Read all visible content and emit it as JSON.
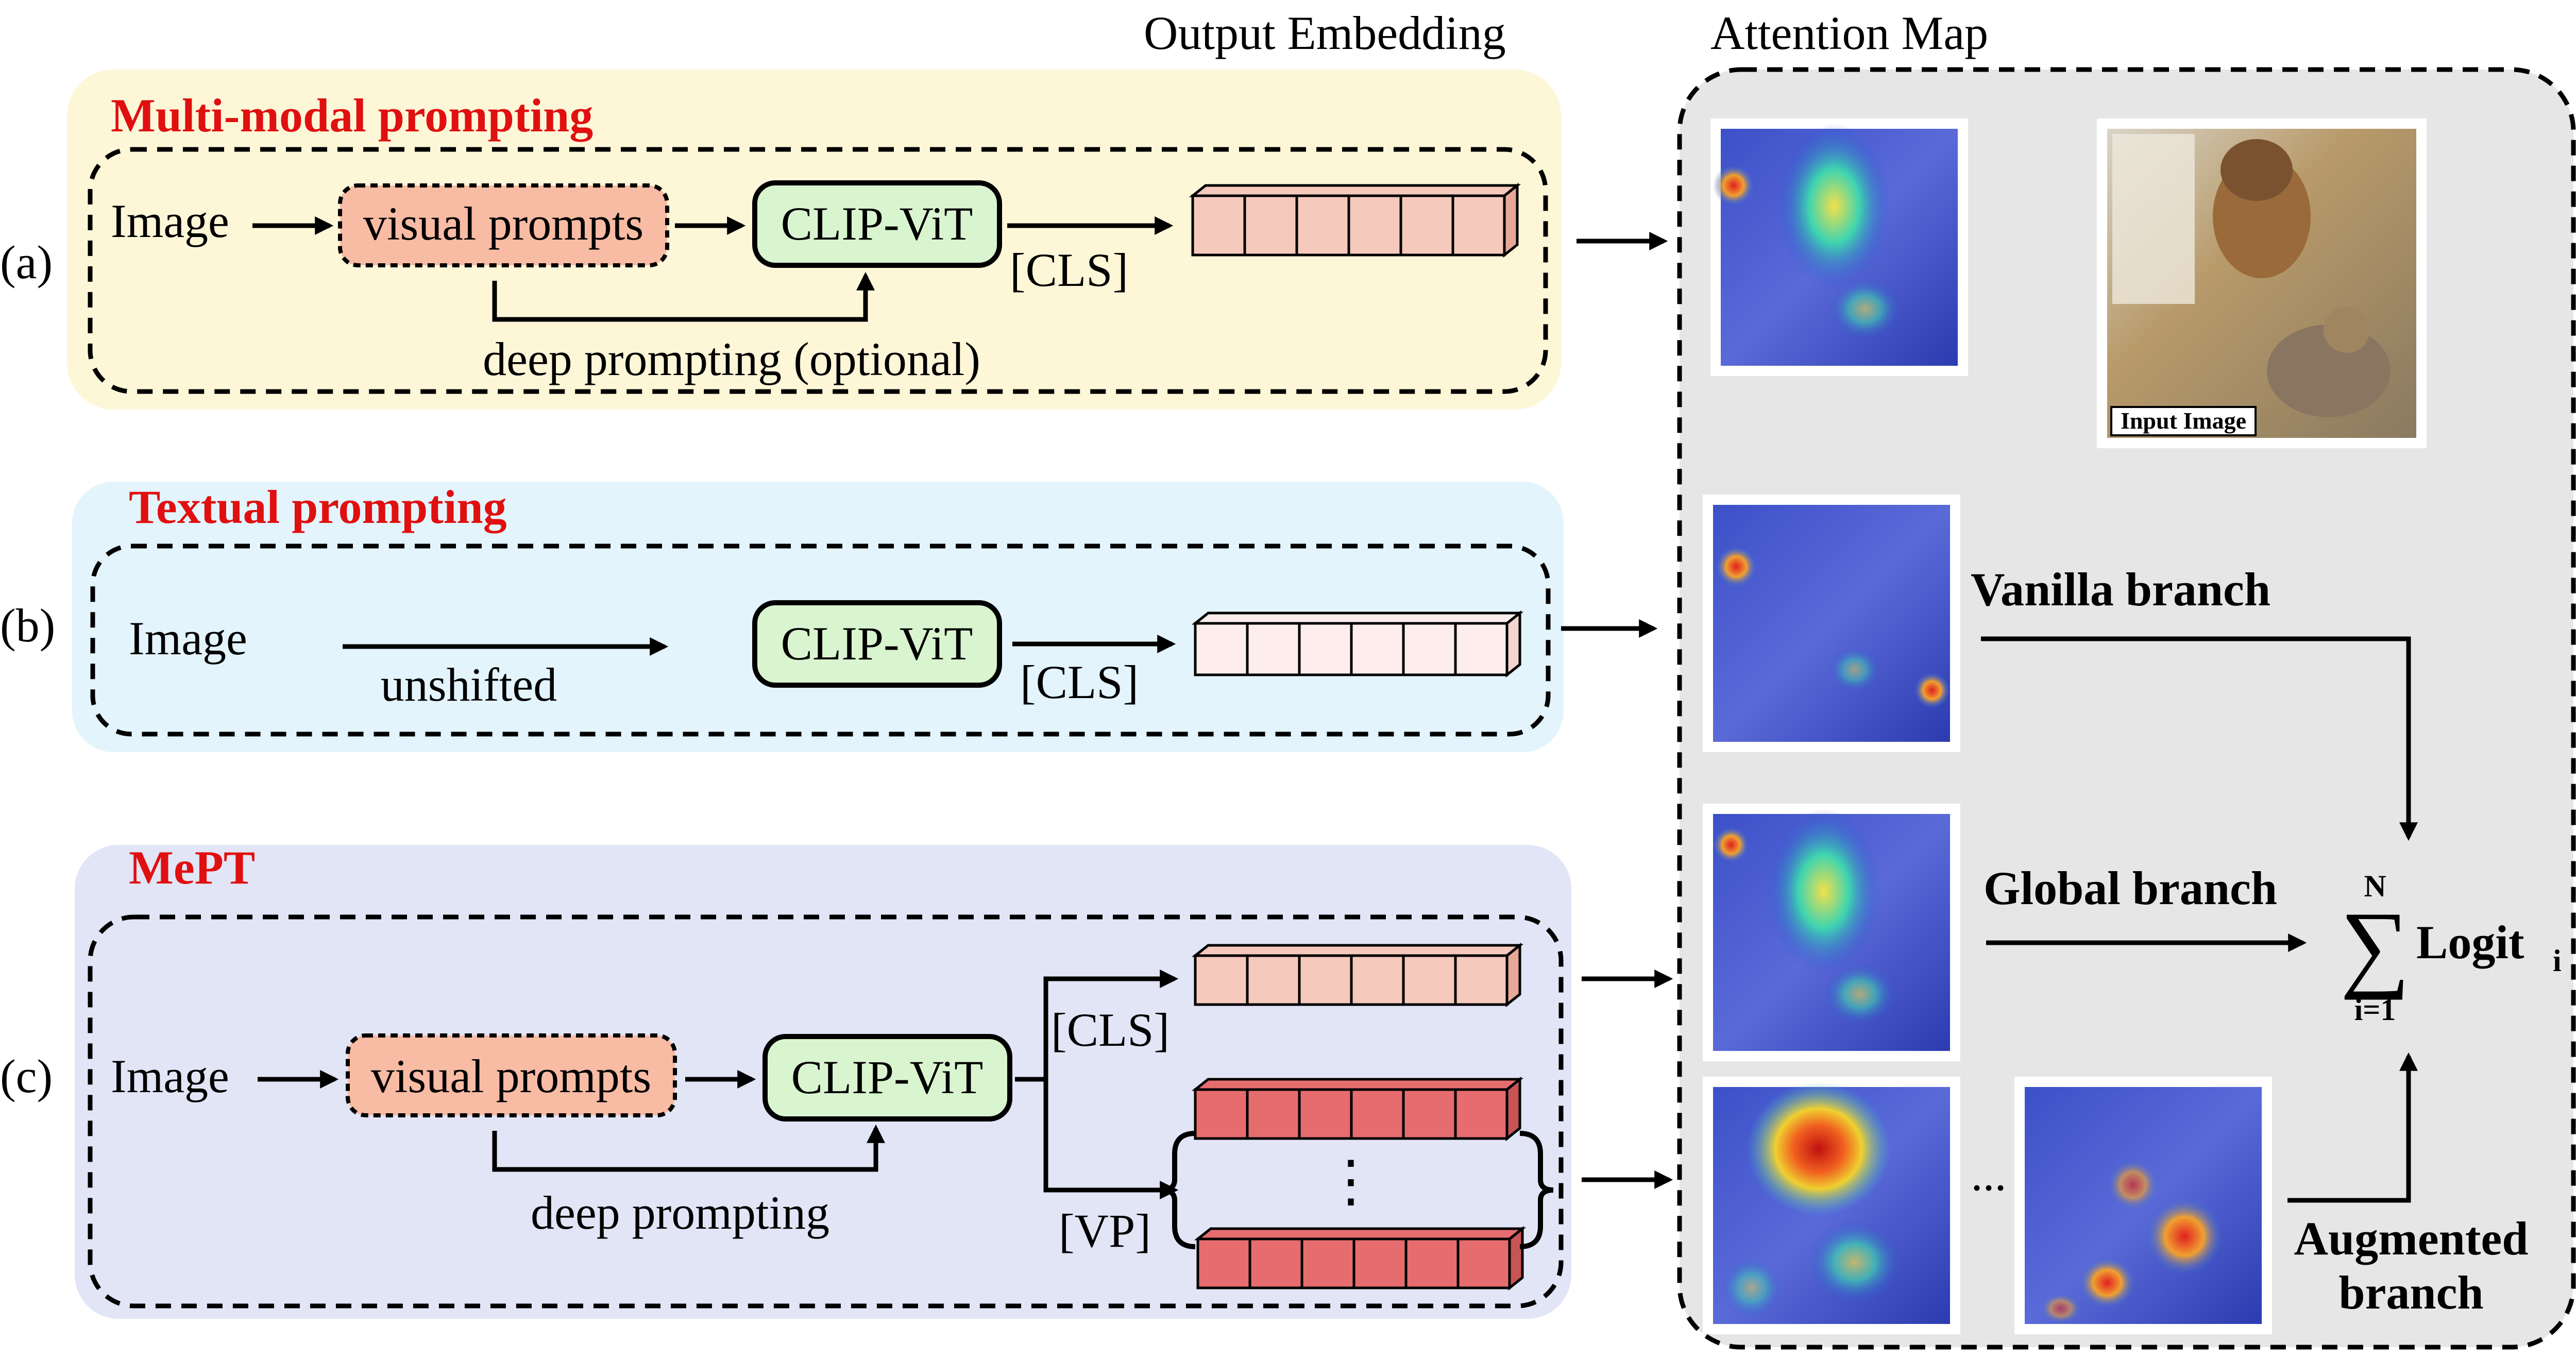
{
  "header": {
    "output_embedding": "Output Embedding",
    "attention_map": "Attention Map"
  },
  "rows": {
    "a": {
      "label": "(a)",
      "title": "Multi-modal prompting",
      "image": "Image",
      "visual_prompts": "visual prompts",
      "clip_vit": "CLIP-ViT",
      "cls": "[CLS]",
      "deep_prompting": "deep prompting (optional)"
    },
    "b": {
      "label": "(b)",
      "title": "Textual prompting",
      "image": "Image",
      "unshifted": "unshifted",
      "clip_vit": "CLIP-ViT",
      "cls": "[CLS]"
    },
    "c": {
      "label": "(c)",
      "title": "MePT",
      "image": "Image",
      "visual_prompts": "visual prompts",
      "clip_vit": "CLIP-ViT",
      "cls": "[CLS]",
      "vp": "[VP]",
      "vdots": "⋮",
      "deep_prompting": "deep prompting"
    }
  },
  "attention": {
    "input_image_label": "Input Image",
    "vanilla_branch": "Vanilla branch",
    "global_branch": "Global branch",
    "augmented_branch_line1": "Augmented",
    "augmented_branch_line2": "branch",
    "ellipsis": "...",
    "sum_top": "N",
    "sum_symbol": "∑",
    "sum_bottom": "i=1",
    "logit": "Logit",
    "logit_sub": "i"
  },
  "colors": {
    "title_red": "#e01010",
    "row_a_bg": "#fdf7d8",
    "row_b_bg": "#e3f4fc",
    "row_c_bg": "#e2e5f6",
    "attention_bg": "#e6e6e6",
    "visual_prompt_fill": "#f8bba4",
    "clip_fill": "#d9f5d0",
    "token_cls_a": "#f6c9bd",
    "token_cls_b": "#fdeeed",
    "token_vp": "#e66c6e"
  }
}
